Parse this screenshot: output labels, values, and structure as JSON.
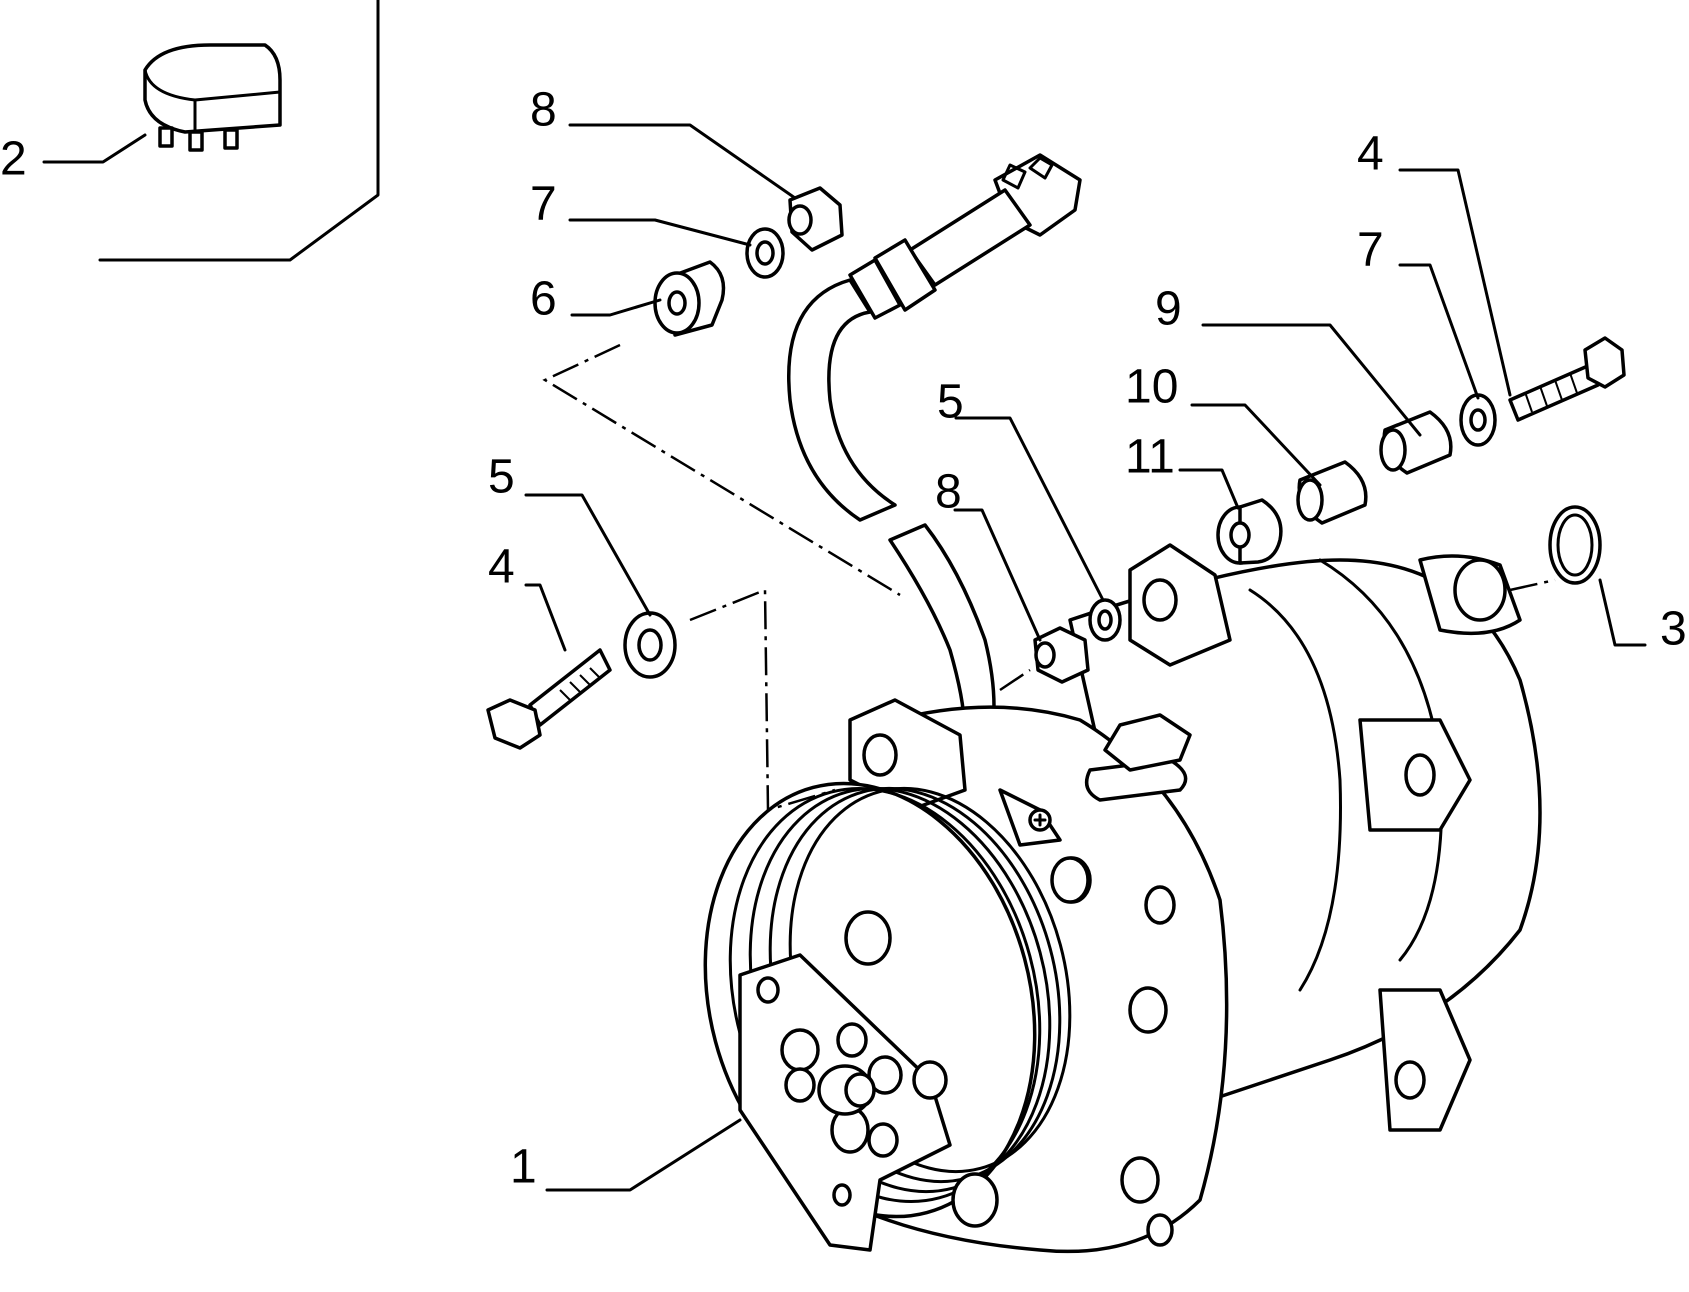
{
  "diagram": {
    "callouts": [
      {
        "id": "c2",
        "label": "2"
      },
      {
        "id": "c8a",
        "label": "8"
      },
      {
        "id": "c7a",
        "label": "7"
      },
      {
        "id": "c6",
        "label": "6"
      },
      {
        "id": "c4a",
        "label": "4"
      },
      {
        "id": "c7b",
        "label": "7"
      },
      {
        "id": "c9",
        "label": "9"
      },
      {
        "id": "c5a",
        "label": "5"
      },
      {
        "id": "c10",
        "label": "10"
      },
      {
        "id": "c11",
        "label": "11"
      },
      {
        "id": "c5b",
        "label": "5"
      },
      {
        "id": "c8b",
        "label": "8"
      },
      {
        "id": "c4b",
        "label": "4"
      },
      {
        "id": "c3",
        "label": "3"
      },
      {
        "id": "c1",
        "label": "1"
      }
    ]
  }
}
